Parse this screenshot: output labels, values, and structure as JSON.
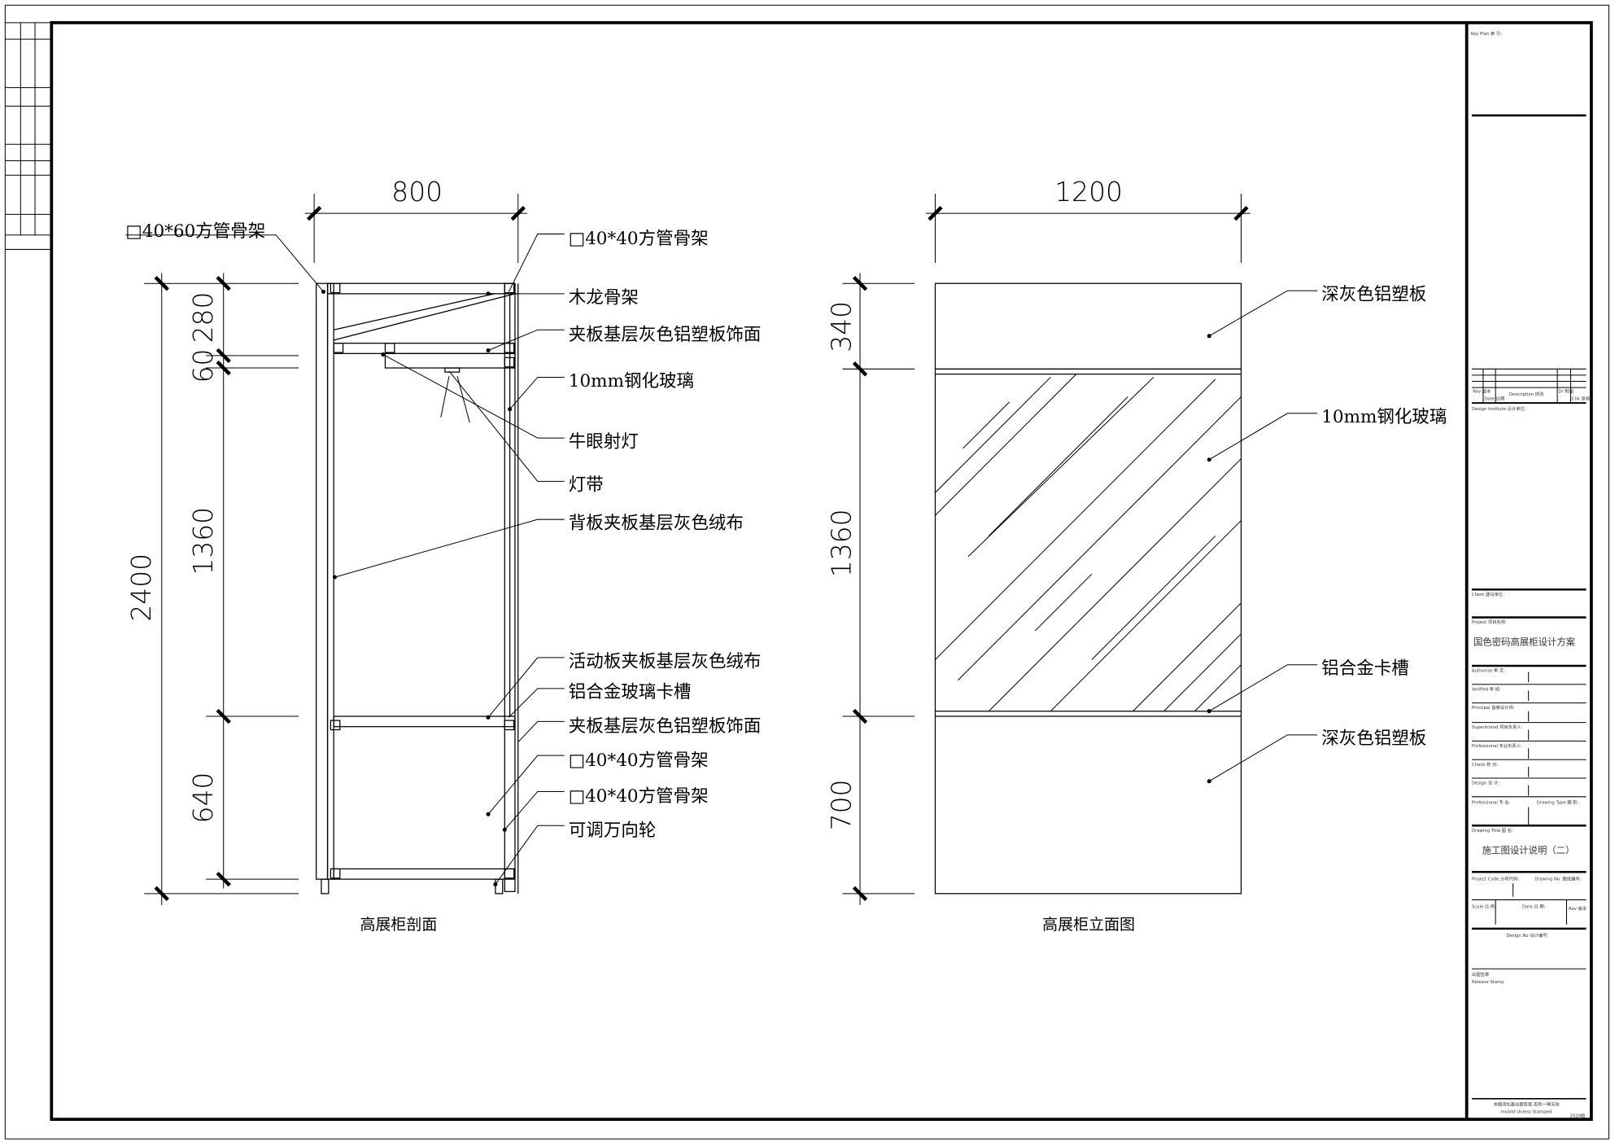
{
  "section": {
    "caption": "高展柜剖面",
    "dims": {
      "width": "800",
      "total_height": "2400",
      "d1": "280",
      "d2": "60",
      "d3": "1360",
      "d4": "640"
    },
    "labels": [
      "□40*60方管骨架",
      "□40*40方管骨架",
      "木龙骨架",
      "夹板基层灰色铝塑板饰面",
      "10mm钢化玻璃",
      "牛眼射灯",
      "灯带",
      "背板夹板基层灰色绒布",
      "活动板夹板基层灰色绒布",
      "铝合金玻璃卡槽",
      "夹板基层灰色铝塑板饰面",
      "□40*40方管骨架",
      "□40*40方管骨架",
      "可调万向轮"
    ]
  },
  "elevation": {
    "caption": "高展柜立面图",
    "dims": {
      "width": "1200",
      "d1": "340",
      "d2": "1360",
      "d3": "700"
    },
    "labels": [
      "深灰色铝塑板",
      "10mm钢化玻璃",
      "铝合金卡槽",
      "深灰色铝塑板"
    ]
  },
  "title_block": {
    "key_plan": "Key Plan 索 引:",
    "rev_headers": [
      "Rev 版本",
      "Date 日期",
      "Description 修改",
      "Dr 制图",
      "Chk 复核"
    ],
    "design_institute": "Design Institute 设计单位:",
    "client": "Client 建设单位:",
    "project_label": "Project 项目名称:",
    "project_name": "国色密码高展柜设计方案",
    "roles": [
      "Authorize 审 定:",
      "Verified 审 核:",
      "Principal 首席设计师:",
      "Superintend 项目负责人:",
      "Professional 专业负责人:",
      "Check 校 对:",
      "Design 设 计:"
    ],
    "professional": "Professional 专 业:",
    "drawing_type": "Drawing Type 图 别:",
    "drawing_title_label": "Drawing Title 图 名:",
    "drawing_title": "施工图设计说明（二）",
    "project_code": "Project Code 分项代码:",
    "drawing_no": "Drawing No. 图纸编号:",
    "scale": "Scale 比 例:",
    "date": "Date 日 期:",
    "rev": "Rev 版本",
    "design_no": "Design No 设计编号:",
    "stamp_cn": "出图签章",
    "stamp_en": "Release Stamp",
    "invalid_cn": "本图须加盖出图签章,否则一律无效",
    "invalid_en": "Invalid Unless Stamped",
    "year": "2020版"
  }
}
